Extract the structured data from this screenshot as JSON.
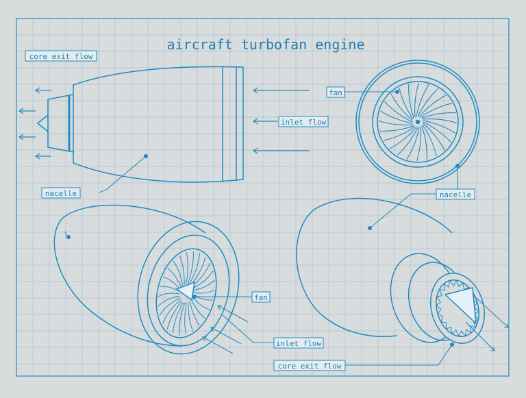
{
  "title": "aircraft turbofan engine",
  "labels": {
    "core_exit_flow_top": "core exit flow",
    "fan_top": "fan",
    "inlet_flow_top": "inlet flow",
    "nacelle_left": "nacelle",
    "nacelle_right": "nacelle",
    "fan_bottom": "fan",
    "inlet_flow_bottom": "inlet flow",
    "core_exit_flow_bottom": "core exit flow"
  },
  "colors": {
    "background": "#d9dcdd",
    "grid": "#a9c3d6",
    "line": "#1d8bbf",
    "text": "#1d7fb2"
  }
}
